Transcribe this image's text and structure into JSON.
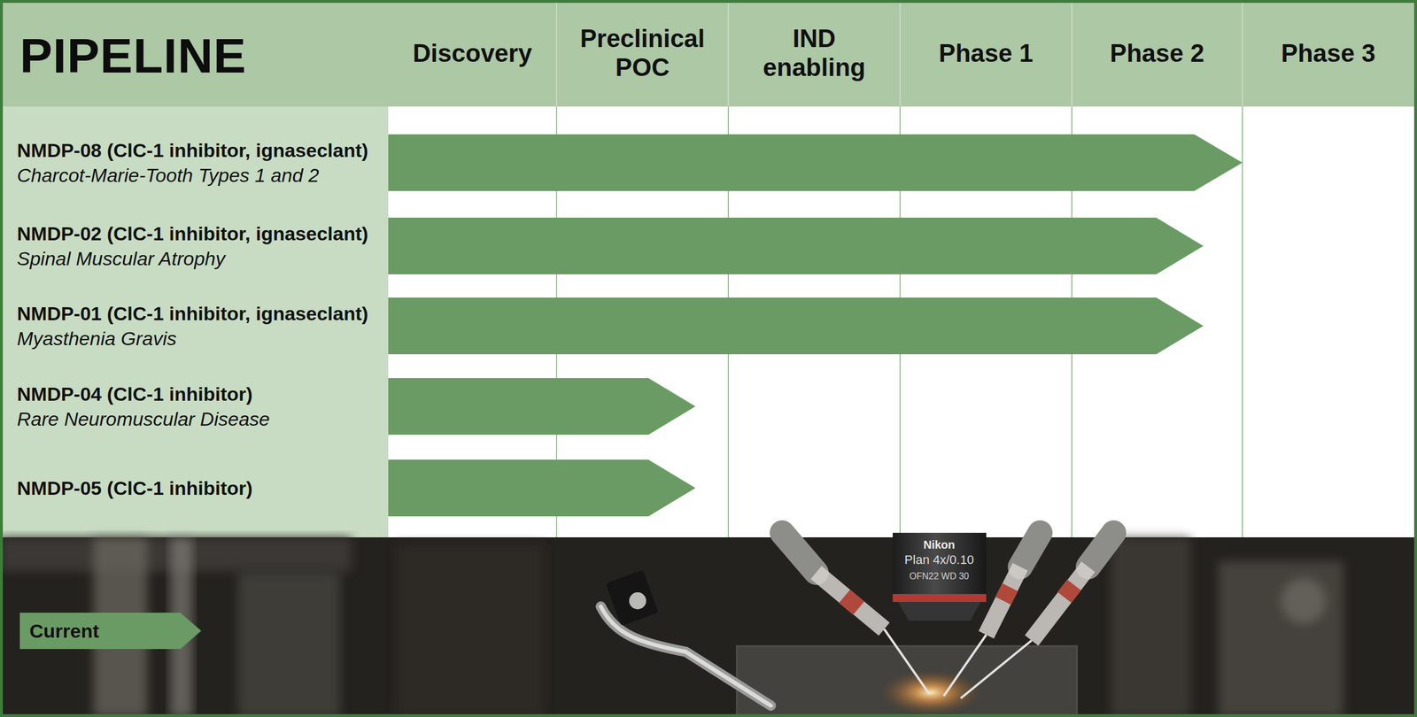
{
  "diagram": {
    "title": "PIPELINE",
    "nodes": [
      {
        "text": [
          "NMDP-08 (ClC-1 inhibitor, ignaseclant)",
          "Charcot-Marie-Tooth Types 1 and 2"
        ]
      },
      {
        "text": [
          "NMDP-02 (ClC-1 inhibitor, ignaseclant)",
          "Spinal Muscular Atrophy"
        ]
      },
      {
        "text": [
          "NMDP-01 (ClC-1 inhibitor, ignaseclant)",
          "Myasthenia Gravis"
        ]
      },
      {
        "text": [
          "NMDP-04 (ClC-1 inhibitor)",
          "Rare Neuromuscular Disease"
        ]
      },
      {
        "text": [
          "NMDP-05 (ClC-1 inhibitor)"
        ]
      }
    ],
    "labels": [
      "Discovery",
      "Preclinical POC",
      "IND enabling",
      "Phase 1",
      "Phase 2",
      "Phase 3",
      "Nikon",
      "Plan 4x/0.10",
      "OFN22 WD 30"
    ],
    "legend": [
      {
        "text": "Current",
        "color": "#6b9b64"
      }
    ]
  }
}
